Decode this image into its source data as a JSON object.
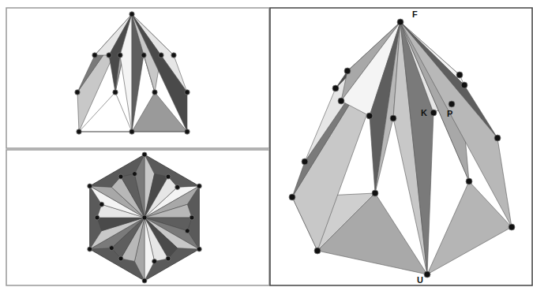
{
  "diagram": {
    "labels": [
      "F",
      "K",
      "P",
      "U"
    ]
  }
}
